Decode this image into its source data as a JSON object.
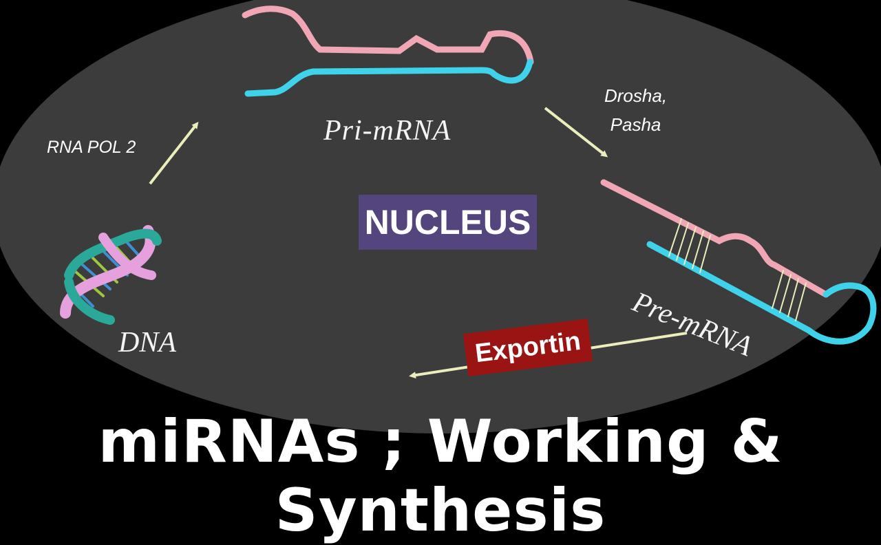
{
  "diagram": {
    "background": "#000000",
    "nucleus_fill": "#3c3c3c",
    "stages": {
      "dna": "DNA",
      "pri_mrna": "Pri-mRNA",
      "pre_mrna": "Pre-mRNA"
    },
    "enzymes": {
      "rna_pol": "RNA POL 2",
      "drosha_line1": "Drosha,",
      "drosha_line2": "Pasha",
      "exportin": "Exportin"
    },
    "compartment": "NUCLEUS",
    "colors": {
      "rna_pink": "#f0a6b4",
      "rna_cyan": "#3fd3eb",
      "arrow": "#ecedbc",
      "nucleus_badge": "#55457f",
      "exportin_badge": "#9b1414"
    }
  },
  "footer": {
    "title": "miRNAs ; Working & Synthesis"
  }
}
